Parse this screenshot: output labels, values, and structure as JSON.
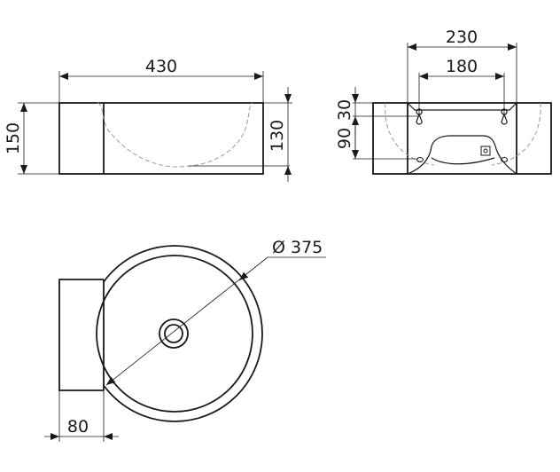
{
  "front_view": {
    "width_dim": "430",
    "height_dim": "150",
    "bowl_depth_dim": "130"
  },
  "side_view": {
    "outer_mount_dim": "230",
    "hole_spacing_dim": "180",
    "top_offset_dim": "30",
    "hole_vertical_dim": "90"
  },
  "top_view": {
    "diameter_dim": "Ø 375",
    "side_width_dim": "80"
  },
  "colors": {
    "line": "#1a1a1a",
    "hidden_line": "#999999"
  }
}
